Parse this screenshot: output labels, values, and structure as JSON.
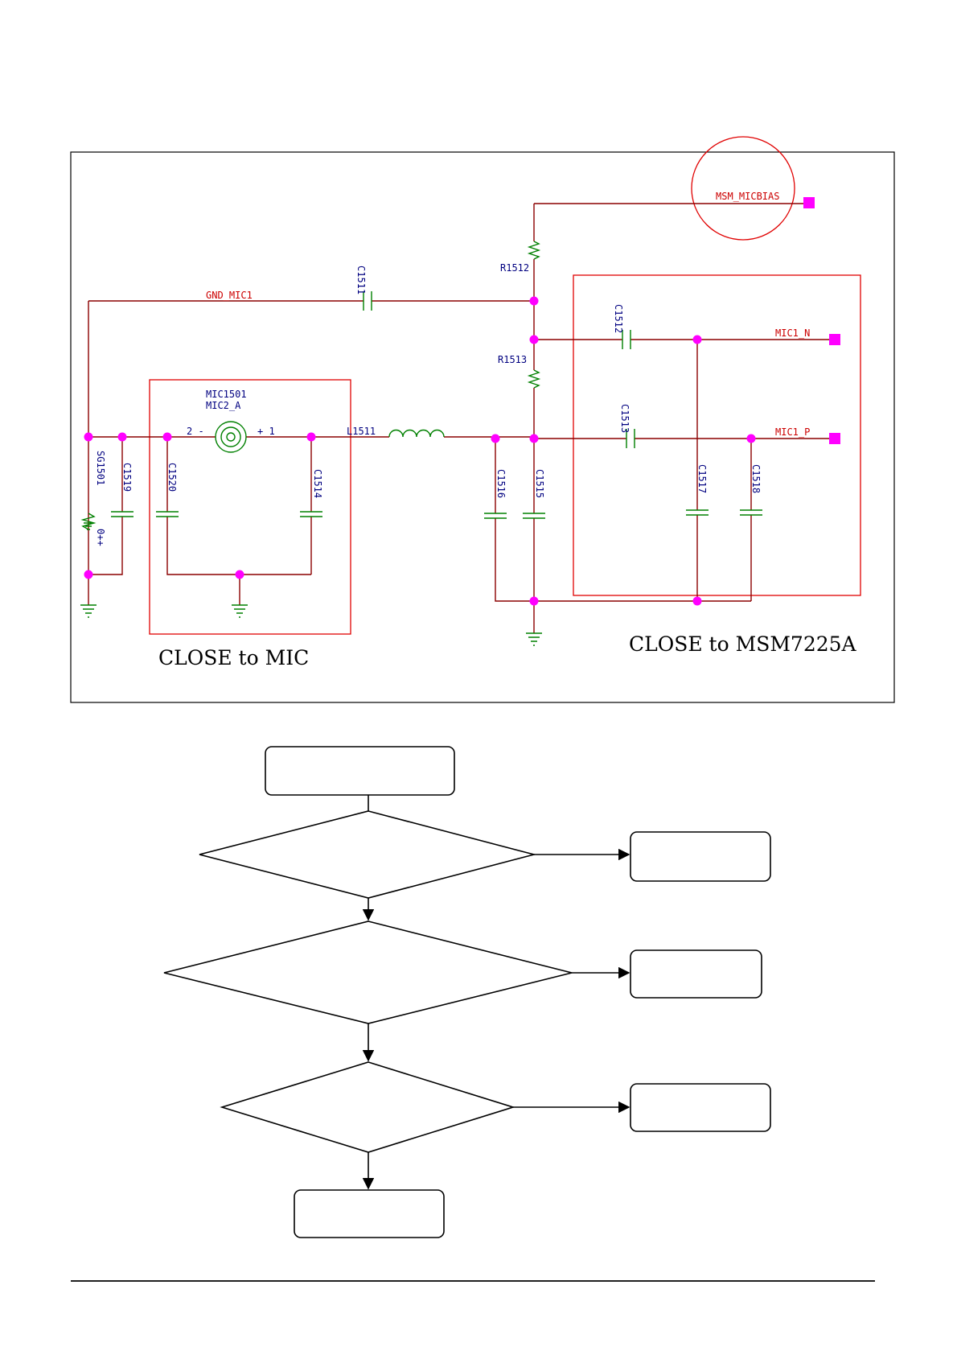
{
  "schematic": {
    "nets": {
      "micbias": "MSM_MICBIAS",
      "gnd_mic": "GND_MIC1",
      "mic_n": "MIC1_N",
      "mic_p": "MIC1_P"
    },
    "components": {
      "r1512": "R1512",
      "r1513": "R1513",
      "c1511": "C1511",
      "c1512": "C1512",
      "c1513": "C1513",
      "mic_ref": "MIC1501",
      "mic_value": "MIC2_A",
      "mic_pin_neg": "2 -",
      "mic_pin_pos": "+ 1",
      "l1511": "L1511",
      "sg1501": "SG1501",
      "sg_pins": "0++",
      "c1519": "C1519",
      "c1520": "C1520",
      "c1514": "C1514",
      "c1516": "C1516",
      "c1515": "C1515",
      "c1517": "C1517",
      "c1518": "C1518"
    },
    "notes": {
      "close_mic": "CLOSE to MIC",
      "close_msm": "CLOSE to MSM7225A"
    },
    "colors": {
      "wire": "#8b0000",
      "component": "#008000",
      "node": "#ff00ff",
      "net_label": "#cc0000",
      "ref_label": "#000080",
      "region": "#e00000"
    }
  },
  "flowchart": {
    "start": "",
    "decisions": [
      "",
      "",
      ""
    ],
    "side_boxes": [
      "",
      "",
      ""
    ],
    "end": ""
  }
}
